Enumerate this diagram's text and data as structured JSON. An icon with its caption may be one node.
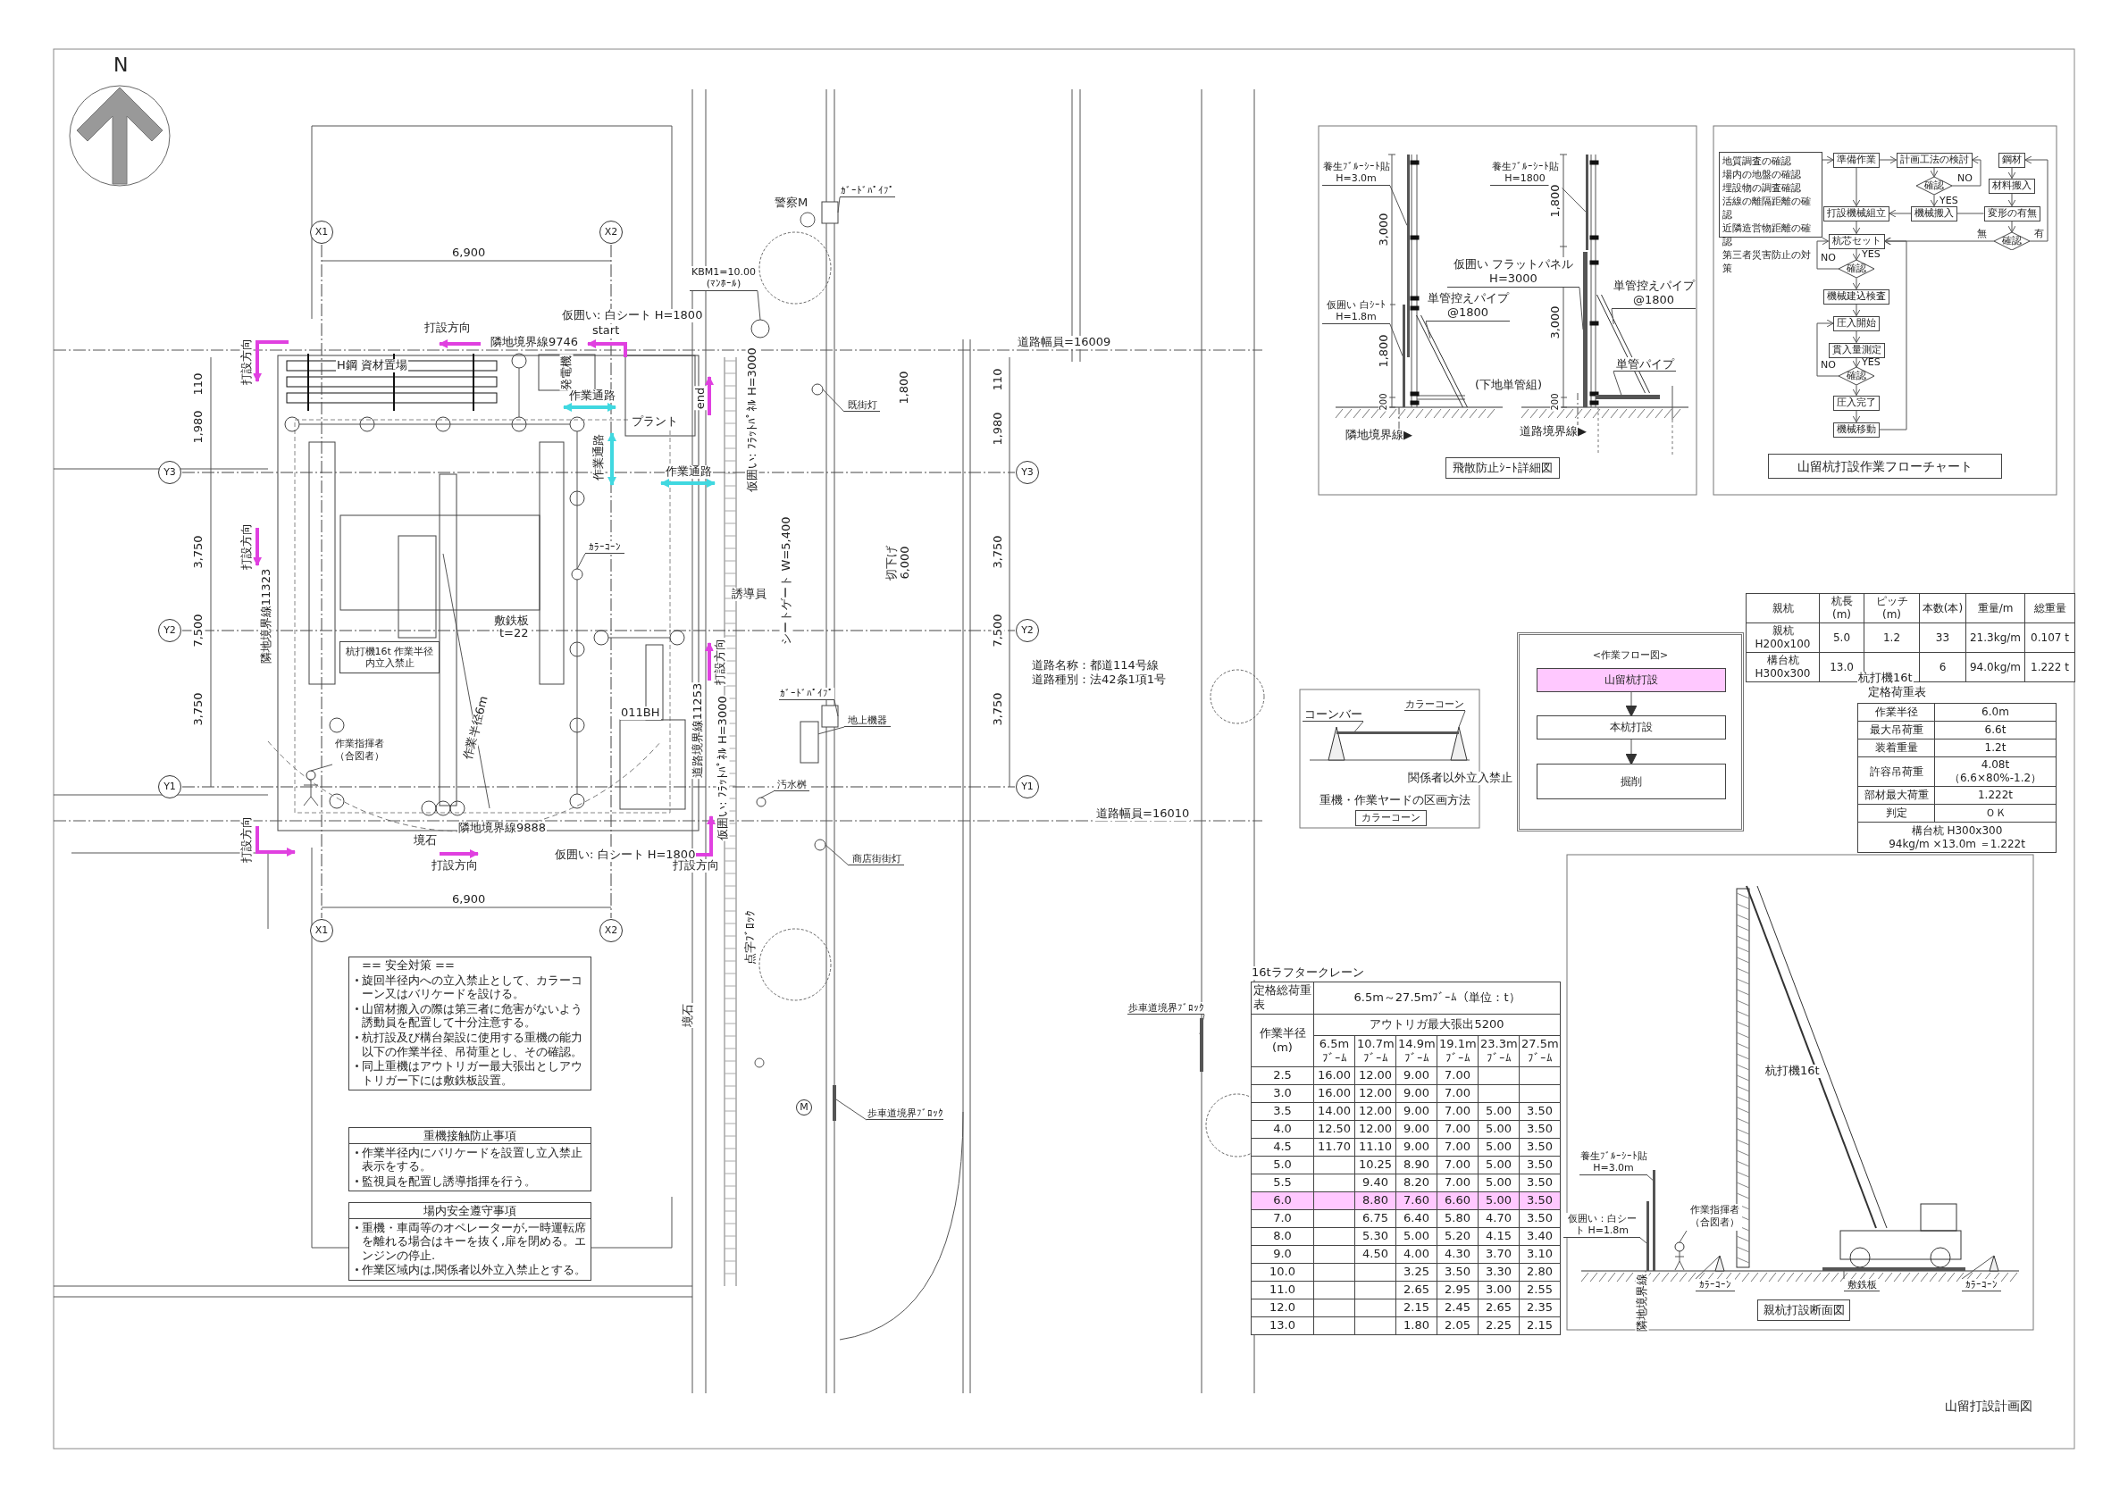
{
  "diagram": {
    "title": "山留打設計画図",
    "nodes": [
      {
        "text": [
          "X1"
        ]
      },
      {
        "text": [
          "X2"
        ]
      },
      {
        "text": [
          "Y3"
        ]
      },
      {
        "text": [
          "Y3"
        ]
      },
      {
        "text": [
          "Y2"
        ]
      },
      {
        "text": [
          "Y2"
        ]
      },
      {
        "text": [
          "Y1"
        ]
      },
      {
        "text": [
          "Y1"
        ]
      },
      {
        "text": [
          "X1"
        ]
      },
      {
        "text": [
          "X2"
        ]
      },
      {
        "text": [
          "杭打機16t 作業半径内立入禁止"
        ]
      },
      {
        "text": [
          "養生ﾌﾞﾙｰｼｰﾄ貼 H=3.0m"
        ]
      },
      {
        "text": [
          "仮囲い 白ｼｰﾄ H=1.8m"
        ]
      },
      {
        "text": [
          "単管控えパイプ @1800"
        ]
      },
      {
        "text": [
          "養生ﾌﾞﾙｰｼｰﾄ貼 H=1800"
        ]
      },
      {
        "text": [
          "仮囲い フラットパネル H=3000"
        ]
      },
      {
        "text": [
          "単管控えパイプ @1800"
        ]
      },
      {
        "text": [
          "単管パイプ"
        ]
      },
      {
        "text": [
          "飛散防止ｼｰﾄ詳細図"
        ]
      },
      {
        "text": [
          "地質調査の確認",
          "場内の地盤の確認",
          "埋設物の調査確認",
          "活線の離隔距離の確認",
          "近隣造営物距離の確認",
          "第三者災害防止の対策"
        ]
      },
      {
        "text": [
          "準備作業"
        ]
      },
      {
        "text": [
          "計画工法の検討"
        ]
      },
      {
        "text": [
          "鋼材"
        ]
      },
      {
        "text": [
          "確認"
        ]
      },
      {
        "text": [
          "材料搬入"
        ]
      },
      {
        "text": [
          "打設機械組立"
        ]
      },
      {
        "text": [
          "機械搬入"
        ]
      },
      {
        "text": [
          "変形の有無"
        ]
      },
      {
        "text": [
          "杭芯セット"
        ]
      },
      {
        "text": [
          "確認"
        ]
      },
      {
        "text": [
          "確認"
        ]
      },
      {
        "text": [
          "機械建込検査"
        ]
      },
      {
        "text": [
          "圧入開始"
        ]
      },
      {
        "text": [
          "貫入量測定"
        ]
      },
      {
        "text": [
          "確認"
        ]
      },
      {
        "text": [
          "圧入完了"
        ]
      },
      {
        "text": [
          "機械移動"
        ]
      },
      {
        "text": [
          "山留杭打設作業フローチャート"
        ]
      },
      {
        "text": [
          "<作業フロー図>"
        ]
      },
      {
        "text": [
          "山留杭打設"
        ],
        "in": 38
      },
      {
        "text": [
          "本杭打設"
        ],
        "in": 38
      },
      {
        "text": [
          "掘削"
        ],
        "in": 38
      },
      {
        "text": [
          "カラーコーン"
        ]
      },
      {
        "text": [
          "コーンバー"
        ]
      },
      {
        "text": [
          "カラーコーン"
        ]
      },
      {
        "text": [
          "== 安全対策 ==",
          "旋回半径内への立入禁止として、カラーコーン又はバリケードを設ける。",
          "山留材搬入の際は第三者に危害がないよう誘動員を配置して十分注意する。",
          "杭打設及び構台架設に使用する重機の能力以下の作業半径、吊荷重とし、その確認。",
          "同上重機はアウトリガー最大張出としアウトリガー下には敷鉄板設置。"
        ]
      },
      {
        "text": [
          "重機接触防止事項",
          "作業半径内にバリケードを設置し立入禁止表示をする。",
          "監視員を配置し誘導指揮を行う。"
        ]
      },
      {
        "text": [
          "場内安全遵守事項",
          "重機・車両等のオペレーターが,一時運転席を離れる場合はキーを抜く,扉を閉める。エンジンの停止.",
          "作業区域内は,関係者以外立入禁止とする。"
        ]
      },
      {
        "text": [
          "親杭打設断面図"
        ]
      },
      {
        "text": [
          "作業指揮者（合図者）"
        ]
      },
      {
        "text": [
          "ｶﾗｰｺｰﾝ"
        ]
      },
      {
        "text": [
          "M"
        ]
      },
      {
        "text": [
          "ｶﾞｰﾄﾞﾊﾟｲﾌﾟ"
        ]
      },
      {
        "text": [
          "KBM1=10.00 (ﾏﾝﾎｰﾙ)"
        ]
      },
      {
        "text": [
          "既街灯"
        ]
      },
      {
        "text": [
          "ｶﾞｰﾄﾞﾊﾟｲﾌﾟ"
        ]
      },
      {
        "text": [
          "地上機器"
        ]
      },
      {
        "text": [
          "汚水桝"
        ]
      },
      {
        "text": [
          "商店街街灯"
        ]
      },
      {
        "text": [
          "歩車道境界ﾌﾞﾛｯｸ"
        ]
      },
      {
        "text": [
          "歩車道境界ﾌﾞﾛｯｸ"
        ]
      },
      {
        "text": [
          "養生ﾌﾞﾙｰｼｰﾄ貼 H=3.0m"
        ]
      },
      {
        "text": [
          "仮囲い：白シート H=1.8m"
        ]
      },
      {
        "text": [
          "作業指揮者（合図者）"
        ]
      },
      {
        "text": [
          "ｶﾗｰｺｰﾝ"
        ]
      },
      {
        "text": [
          "敷鉄板"
        ]
      },
      {
        "text": [
          "ｶﾗｰｺｰﾝ"
        ]
      },
      {
        "text": [],
        "shape": "bar"
      },
      {
        "text": [],
        "shape": "bar"
      },
      {
        "text": [],
        "shape": "bar"
      },
      {
        "text": [],
        "shape": "bar"
      },
      {
        "text": [],
        "shape": "bar"
      },
      {
        "text": [],
        "shape": "bar"
      },
      {
        "text": [],
        "shape": "bar"
      },
      {
        "text": [],
        "shape": "cone"
      },
      {
        "text": [],
        "shape": "bar"
      },
      {
        "text": [],
        "shape": "person"
      },
      {
        "text": [],
        "shape": "circle"
      },
      {
        "text": [],
        "shape": "box"
      },
      {
        "text": [],
        "shape": "circle"
      },
      {
        "text": [],
        "shape": "circle"
      },
      {
        "text": [],
        "shape": "box"
      },
      {
        "text": [],
        "shape": "box"
      },
      {
        "text": [],
        "shape": "circle"
      },
      {
        "text": [],
        "shape": "circle"
      },
      {
        "text": [],
        "shape": "bar"
      },
      {
        "text": [],
        "shape": "bar"
      },
      {
        "text": [],
        "shape": "bar"
      },
      {
        "text": [],
        "shape": "bar"
      },
      {
        "text": [],
        "shape": "person"
      },
      {
        "text": [],
        "shape": "cone"
      },
      {
        "text": [],
        "shape": "bar"
      },
      {
        "text": [],
        "shape": "cone"
      }
    ],
    "edges": [
      {
        "from": 19,
        "to": 20,
        "arrow": "to"
      },
      {
        "from": 20,
        "to": 21,
        "arrow": "to"
      },
      {
        "from": 21,
        "to": 23,
        "arrow": "to"
      },
      {
        "from": 23,
        "to": 21,
        "arrow": "to",
        "label": "NO"
      },
      {
        "from": 23,
        "to": 26,
        "arrow": "to",
        "label": "YES"
      },
      {
        "from": 20,
        "to": 25,
        "arrow": "to"
      },
      {
        "from": 26,
        "to": 25,
        "arrow": "to"
      },
      {
        "from": 22,
        "to": 24,
        "arrow": "to"
      },
      {
        "from": 24,
        "to": 27,
        "arrow": "to"
      },
      {
        "from": 27,
        "to": 26,
        "arrow": "none"
      },
      {
        "from": 27,
        "to": 29,
        "arrow": "to"
      },
      {
        "from": 29,
        "to": 28,
        "arrow": "to",
        "label": "無"
      },
      {
        "from": 29,
        "to": 22,
        "arrow": "to",
        "label": "有"
      },
      {
        "from": 25,
        "to": 28,
        "arrow": "to"
      },
      {
        "from": 28,
        "to": 30,
        "arrow": "to",
        "label": "YES"
      },
      {
        "from": 30,
        "to": 28,
        "arrow": "to",
        "label": "NO"
      },
      {
        "from": 30,
        "to": 31,
        "arrow": "to"
      },
      {
        "from": 31,
        "to": 32,
        "arrow": "to"
      },
      {
        "from": 32,
        "to": 33,
        "arrow": "to"
      },
      {
        "from": 33,
        "to": 34,
        "arrow": "to",
        "label": "YES"
      },
      {
        "from": 34,
        "to": 32,
        "arrow": "to",
        "label": "NO"
      },
      {
        "from": 34,
        "to": 35,
        "arrow": "to"
      },
      {
        "from": 35,
        "to": 36,
        "arrow": "to"
      },
      {
        "from": 36,
        "to": 28,
        "arrow": "to"
      },
      {
        "from": 39,
        "to": 40,
        "arrow": "to"
      },
      {
        "from": 40,
        "to": 41,
        "arrow": "to"
      },
      {
        "from": 11,
        "to": 67,
        "arrow": "none"
      },
      {
        "from": 12,
        "to": 68,
        "arrow": "none"
      },
      {
        "from": 13,
        "to": 69,
        "arrow": "none"
      },
      {
        "from": 14,
        "to": 70,
        "arrow": "none"
      },
      {
        "from": 15,
        "to": 71,
        "arrow": "none"
      },
      {
        "from": 16,
        "to": 72,
        "arrow": "none"
      },
      {
        "from": 17,
        "to": 73,
        "arrow": "none"
      },
      {
        "from": 42,
        "to": 74,
        "arrow": "none"
      },
      {
        "from": 43,
        "to": 75,
        "arrow": "none"
      },
      {
        "from": 49,
        "to": 76,
        "arrow": "none"
      },
      {
        "from": 50,
        "to": 77,
        "arrow": "none"
      },
      {
        "from": 52,
        "to": 78,
        "arrow": "none"
      },
      {
        "from": 53,
        "to": 79,
        "arrow": "none"
      },
      {
        "from": 54,
        "to": 80,
        "arrow": "none"
      },
      {
        "from": 55,
        "to": 81,
        "arrow": "none"
      },
      {
        "from": 56,
        "to": 82,
        "arrow": "none"
      },
      {
        "from": 57,
        "to": 83,
        "arrow": "none"
      },
      {
        "from": 58,
        "to": 84,
        "arrow": "none"
      },
      {
        "from": 59,
        "to": 85,
        "arrow": "none"
      },
      {
        "from": 60,
        "to": 86,
        "arrow": "none"
      },
      {
        "from": 61,
        "to": 87,
        "arrow": "none"
      },
      {
        "from": 62,
        "to": 88,
        "arrow": "none"
      },
      {
        "from": 63,
        "to": 89,
        "arrow": "none"
      },
      {
        "from": 64,
        "to": 90,
        "arrow": "none"
      },
      {
        "from": 65,
        "to": 91,
        "arrow": "none"
      },
      {
        "from": 66,
        "to": 92,
        "arrow": "none"
      }
    ],
    "labels": [
      "N",
      "打設方向",
      "隣地境界線9746",
      "start",
      "仮囲い: 白シート H=1800",
      "6,900",
      "打設方向",
      "H鋼 資材置場",
      "発電機",
      "作業通路",
      "プラント",
      "end",
      "仮囲い: ﾌﾗｯﾄﾊﾟﾈﾙ H=3000",
      "作業通路",
      "作業通路",
      "110",
      "1,980",
      "1,800",
      "110",
      "1,980",
      "3,750",
      "3,750",
      "打設方向",
      "誘導員",
      "隣地境界線11323",
      "敷鉄板",
      "t=22",
      "作業半径6m",
      "切下げ",
      "6,000",
      "シートゲート W=5,400",
      "7,500",
      "7,500",
      "打設方向",
      "道路名称：都道114号線",
      "道路種別：法42条1項1号",
      "011BH",
      "道路境界線11253",
      "3,750",
      "3,750",
      "仮囲い: ﾌﾗｯﾄﾊﾟﾈﾙ H=3000",
      "隣地境界線9888",
      "境石",
      "道路幅員=16010",
      "打設方向",
      "仮囲い: 白シート H=1800",
      "打設方向",
      "打設方向",
      "6,900",
      "点字ﾌﾞﾛｯｸ",
      "境石",
      "警察M",
      "道路幅員=16009",
      "3,000",
      "1,800",
      "200",
      "(下地単管組)",
      "隣地境界線▶",
      "1,800",
      "3,000",
      "200",
      "道路境界線▶",
      "親杭",
      "杭長(m)",
      "ピッチ(m)",
      "本数(本)",
      "重量/m",
      "総重量",
      "親杭 H200x100",
      "5.0",
      "1.2",
      "33",
      "21.3kg/m",
      "0.107 t",
      "構台杭 H300x300",
      "13.0",
      "6",
      "94.0kg/m",
      "1.222 t",
      "杭打機16t",
      "定格荷重表",
      "作業半径",
      "6.0m",
      "最大吊荷重",
      "6.6t",
      "装着重量",
      "1.2t",
      "許容吊荷重",
      "4.08t（6.6×80%-1.2）",
      "部材最大荷重",
      "1.222t",
      "判定",
      "ＯＫ",
      "構台杭 H300x300",
      "94kg/m ×13.0m ＝1.222t",
      "関係者以外立入禁止",
      "重機・作業ヤードの区画方法",
      "16tラフタークレーン",
      "定格総荷重表",
      "6.5m～27.5mﾌﾞｰﾑ（単位：t）",
      "作業半径 (m)",
      "アウトリガ最大張出5200",
      "6.5m ﾌﾞｰﾑ",
      "10.7m ﾌﾞｰﾑ",
      "14.9m ﾌﾞｰﾑ",
      "19.1m ﾌﾞｰﾑ",
      "23.3m ﾌﾞｰﾑ",
      "27.5m ﾌﾞｰﾑ",
      "2.5",
      "16.00",
      "12.00",
      "9.00",
      "7.00",
      "3.0",
      "16.00",
      "12.00",
      "9.00",
      "7.00",
      "3.5",
      "14.00",
      "12.00",
      "9.00",
      "7.00",
      "5.00",
      "3.50",
      "4.0",
      "12.50",
      "12.00",
      "9.00",
      "7.00",
      "5.00",
      "3.50",
      "4.5",
      "11.70",
      "11.10",
      "9.00",
      "7.00",
      "5.00",
      "3.50",
      "5.0",
      "10.25",
      "8.90",
      "7.00",
      "5.00",
      "3.50",
      "5.5",
      "9.40",
      "8.20",
      "7.00",
      "5.00",
      "3.50",
      "6.0",
      "8.80",
      "7.60",
      "6.60",
      "5.00",
      "3.50",
      "7.0",
      "6.75",
      "6.40",
      "5.80",
      "4.70",
      "3.50",
      "8.0",
      "5.30",
      "5.00",
      "5.20",
      "4.15",
      "3.40",
      "9.0",
      "4.50",
      "4.00",
      "4.30",
      "3.70",
      "3.10",
      "10.0",
      "3.25",
      "3.50",
      "3.30",
      "2.80",
      "11.0",
      "2.65",
      "2.95",
      "3.00",
      "2.55",
      "12.0",
      "2.15",
      "2.45",
      "2.65",
      "2.35",
      "13.0",
      "1.80",
      "2.05",
      "2.25",
      "2.15",
      "杭打機16t",
      "隣地境界線"
    ]
  }
}
